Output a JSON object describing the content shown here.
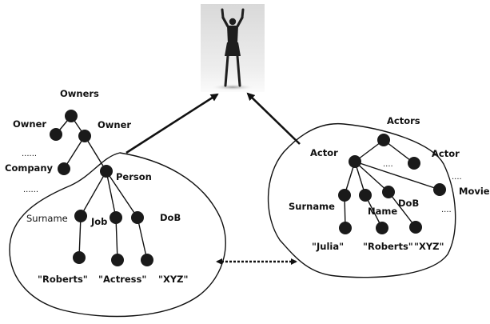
{
  "figure": {
    "icon": "person-arms-raised-photo"
  },
  "left_tree": {
    "root": "Owners",
    "owner_left": "Owner",
    "owner_right": "Owner",
    "dots_a": "......",
    "company": "Company",
    "dots_b": "......",
    "person": "Person",
    "surname": "Surname",
    "job": "Job",
    "dob": "DoB",
    "val_surname": "\"Roberts\"",
    "val_job": "\"Actress\"",
    "val_dob": "\"XYZ\""
  },
  "right_tree": {
    "root": "Actors",
    "actor_left": "Actor",
    "actor_right": "Actor",
    "dots_a": "....",
    "dots_b": "....",
    "movies": "Movies",
    "dots_c": "....",
    "surname": "Surname",
    "name": "Name",
    "dob": "DoB",
    "val_surname": "\"Julia\"",
    "val_name": "\"Roberts\"",
    "val_dob": "\"XYZ\""
  },
  "colors": {
    "ink": "#111111",
    "node": "#1a1a1a",
    "background": "#ffffff"
  }
}
